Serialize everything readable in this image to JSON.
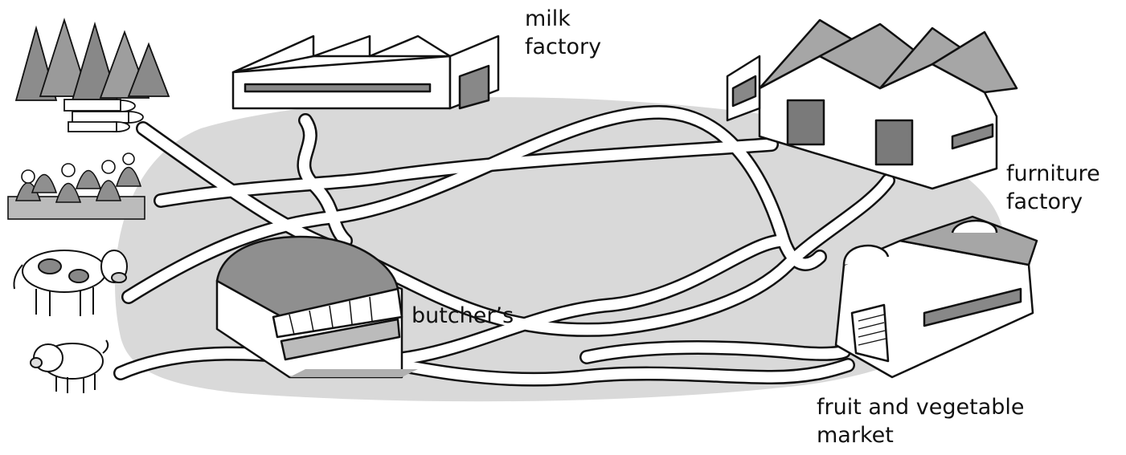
{
  "labels": {
    "milk_factory": [
      "milk",
      "factory"
    ],
    "furniture_factory": [
      "furniture",
      "factory"
    ],
    "butchers": "butcher’s",
    "fruit_vegetable_market": [
      "fruit and vegetable",
      "market"
    ]
  },
  "colors": {
    "ground": "#d9d9d9",
    "ink": "#111111",
    "wall": "#ffffff",
    "roof": "#a6a6a6",
    "door": "#7a7a7a",
    "shadow": "#b0b0b0"
  },
  "icons": [
    "trees-logs-icon",
    "flower-plants-icon",
    "cow-icon",
    "pig-icon",
    "truck-icon"
  ]
}
